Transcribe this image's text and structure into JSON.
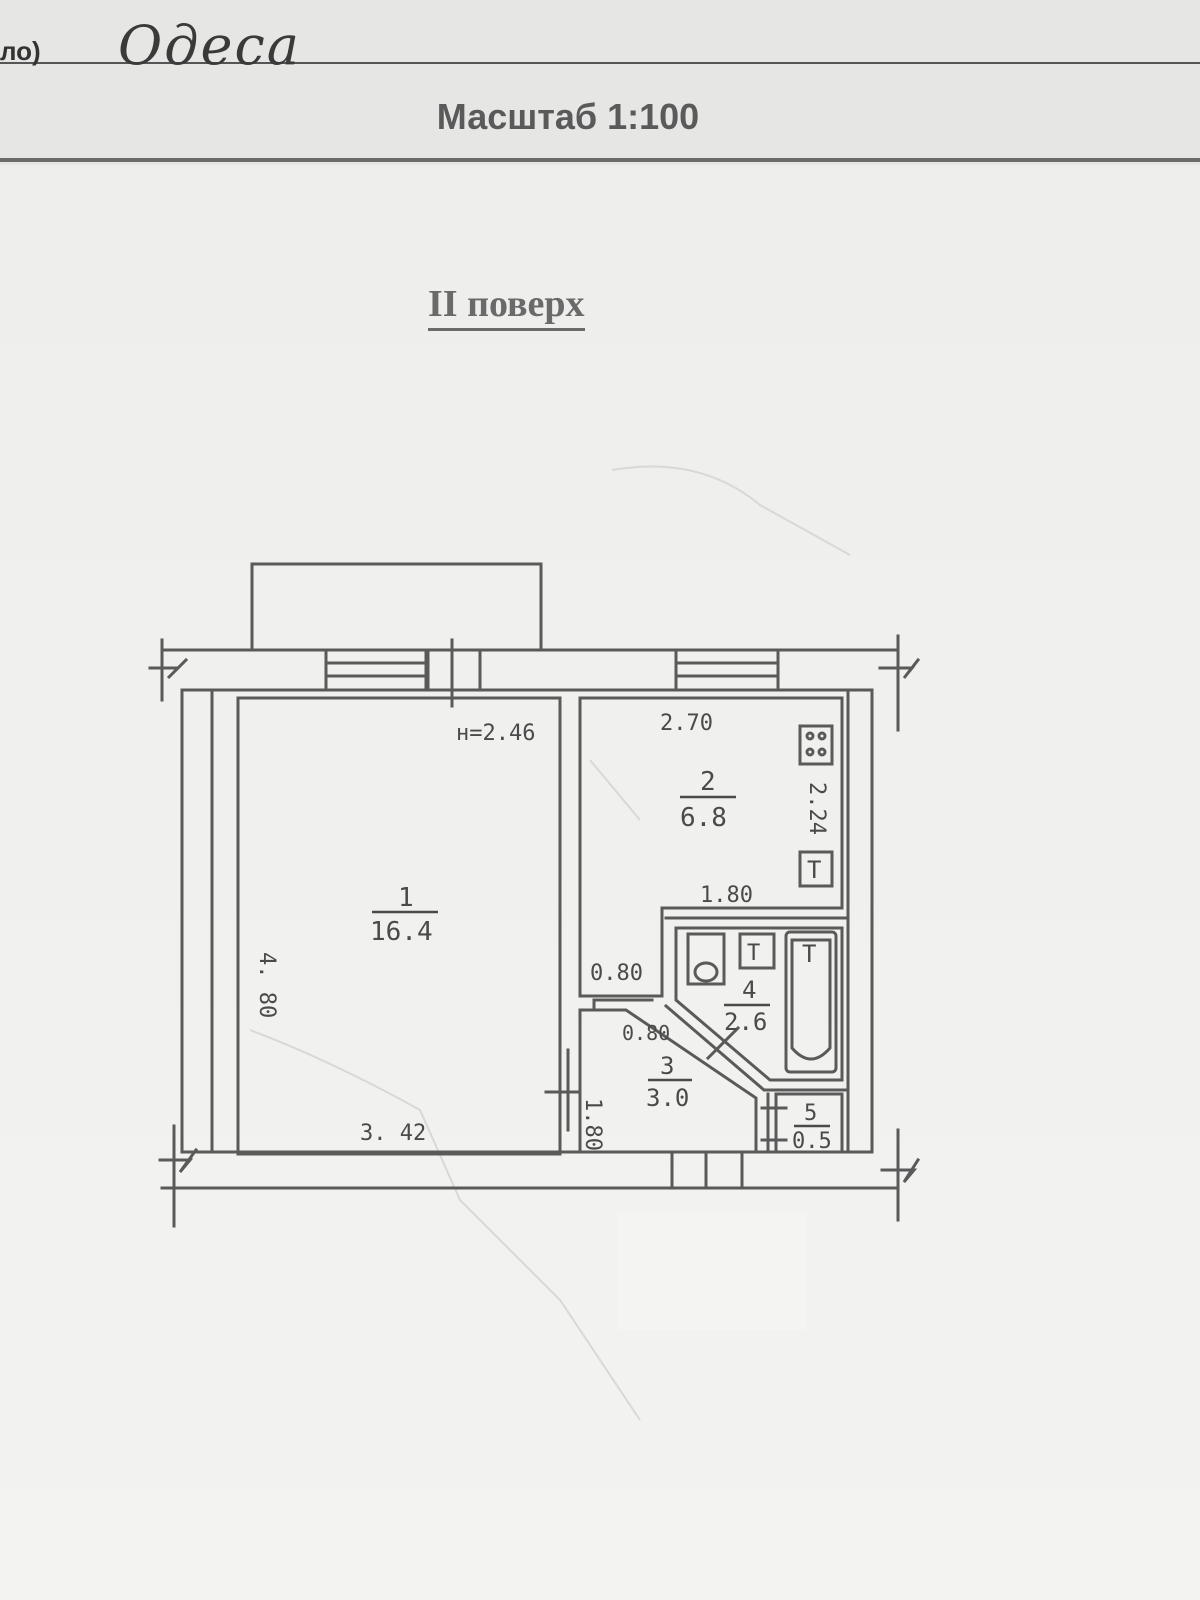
{
  "header": {
    "city_prefix": "ло)",
    "city": "Одеса",
    "scale": "Масштаб 1:100"
  },
  "floor_title": "II поверх",
  "plan": {
    "ceiling_height": "н=2.46",
    "rooms": [
      {
        "number": "1",
        "area": "16.4"
      },
      {
        "number": "2",
        "area": "6.8"
      },
      {
        "number": "3",
        "area": "3.0"
      },
      {
        "number": "4",
        "area": "2.6"
      },
      {
        "number": "5",
        "area": "0.5"
      }
    ],
    "dimensions": {
      "room1_width": "3. 42",
      "room1_length": "4. 80",
      "room2_width": "2.70",
      "room2_length": "2.24",
      "bath_width": "1.80",
      "hall_depth_a": "0.80",
      "hall_depth_b": "0.80",
      "hall_length": "1.80"
    },
    "fixture_symbol": "Т"
  }
}
